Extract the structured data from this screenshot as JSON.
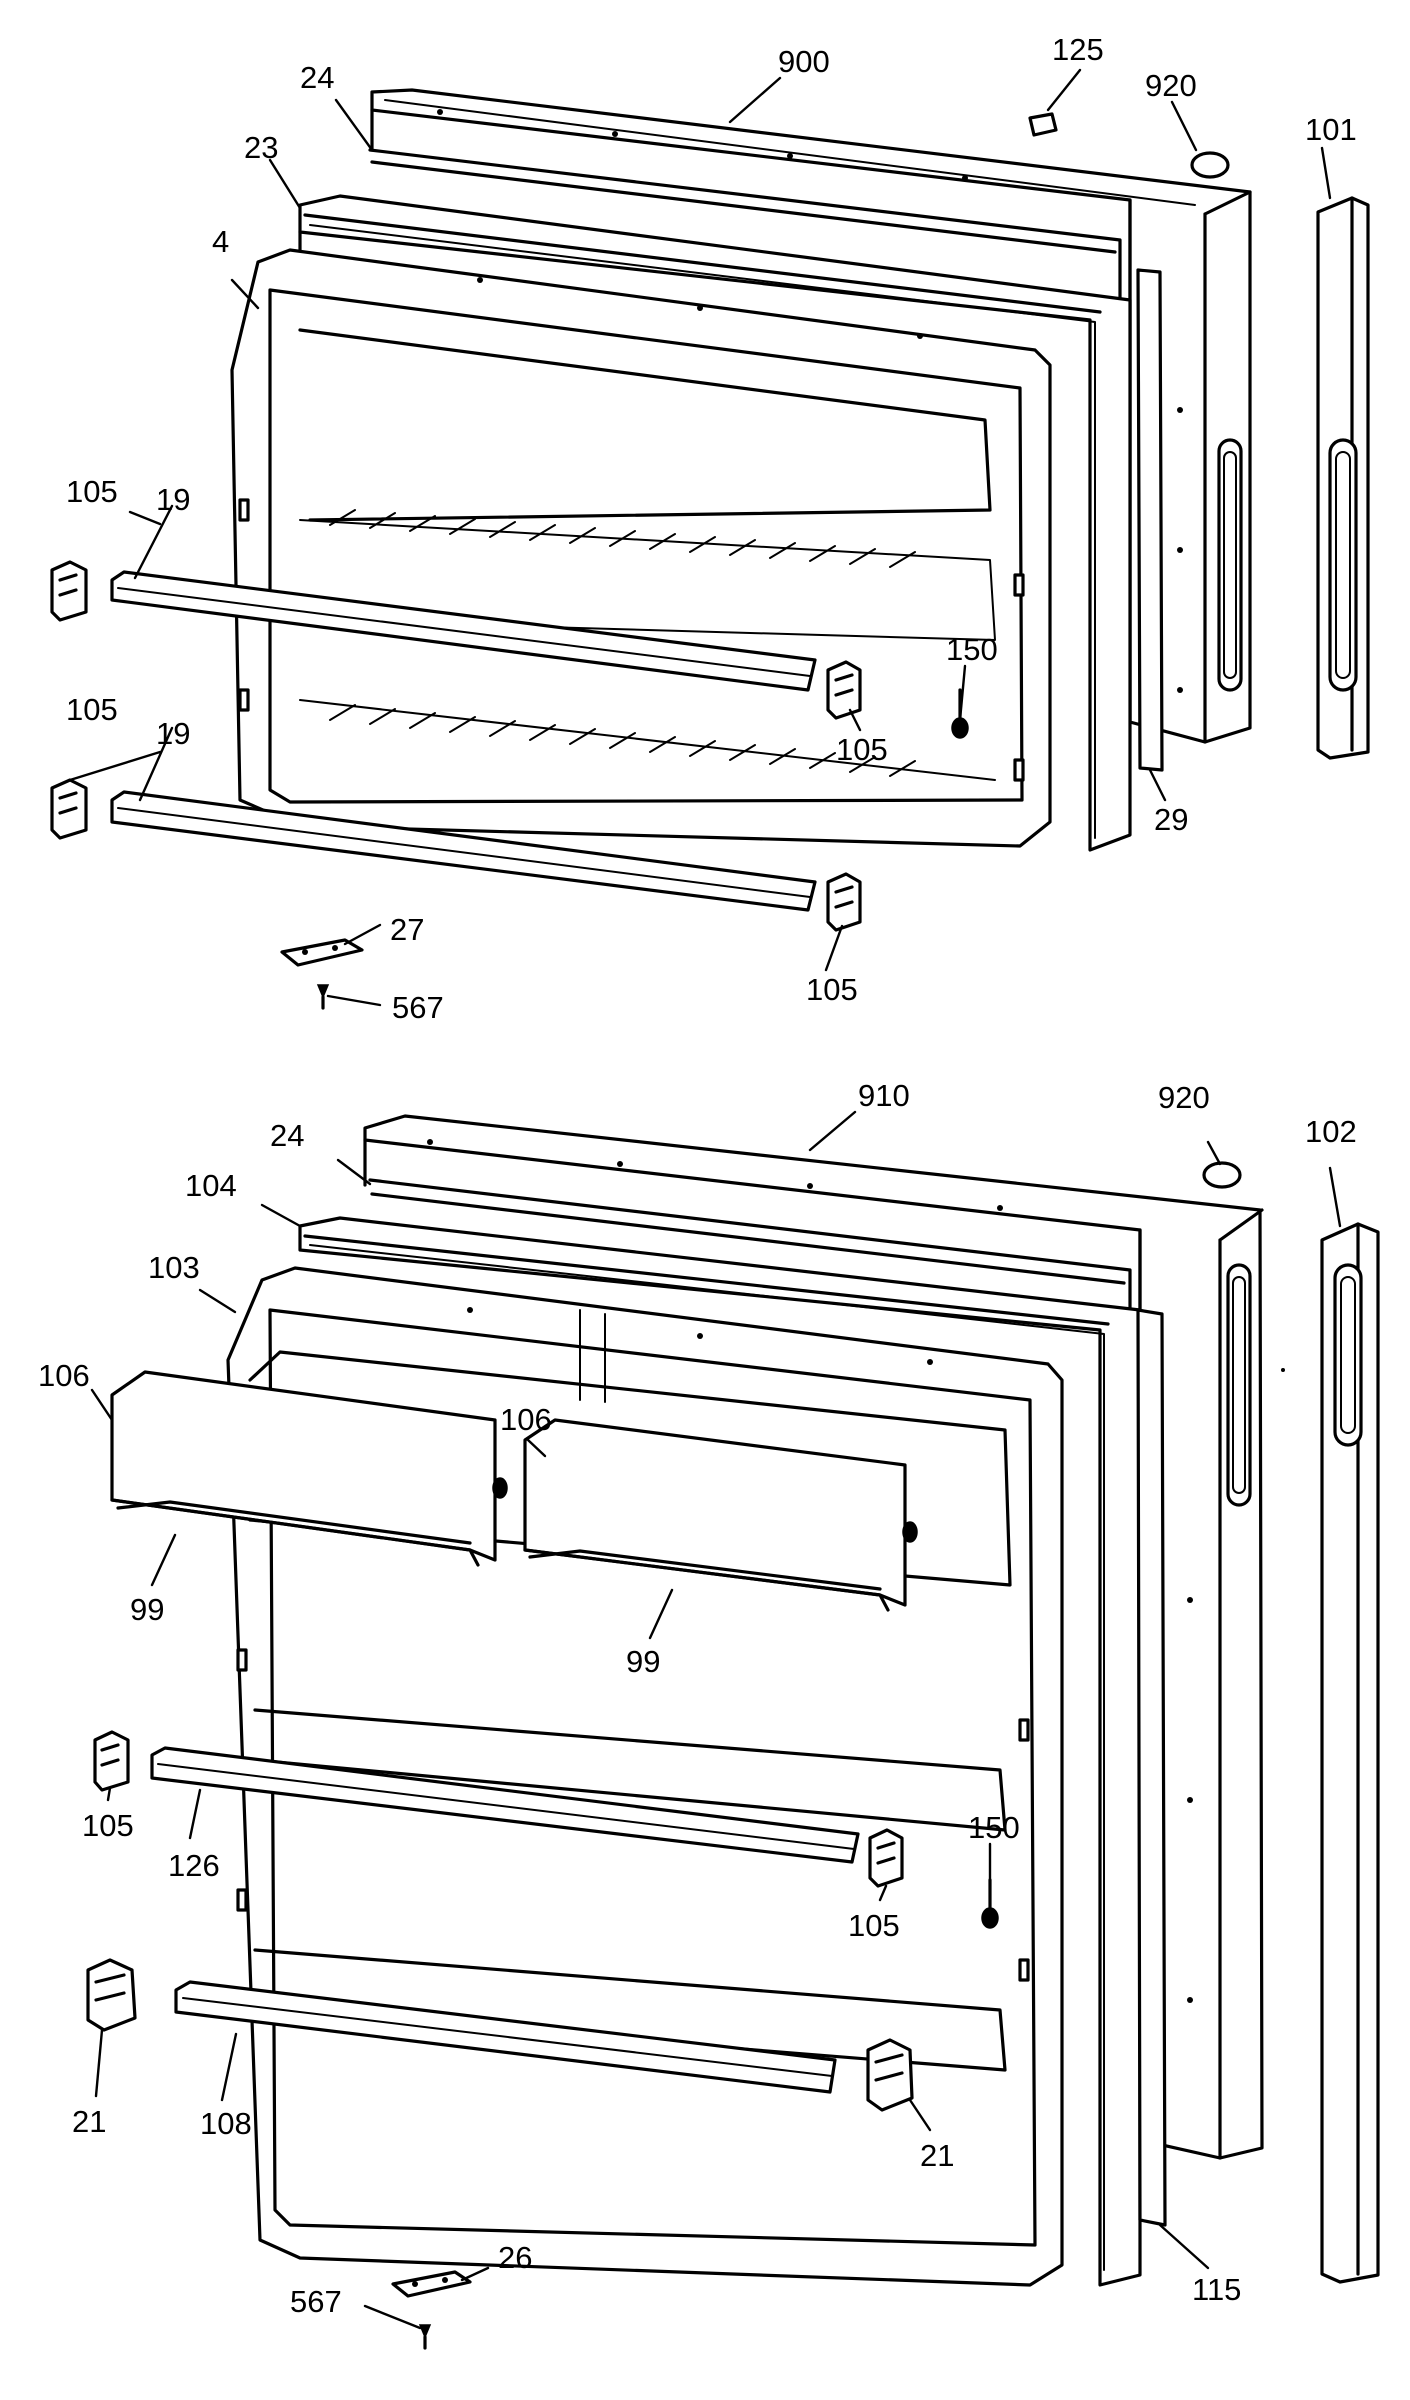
{
  "diagram": {
    "top_assembly": {
      "callouts": {
        "c900": "900",
        "c125": "125",
        "c920": "920",
        "c101": "101",
        "c24": "24",
        "c23": "23",
        "c4": "4",
        "c105a": "105",
        "c19a": "19",
        "c105b": "105",
        "c19b": "19",
        "c150": "150",
        "c105c": "105",
        "c29": "29",
        "c27": "27",
        "c567": "567",
        "c105d": "105"
      }
    },
    "bottom_assembly": {
      "callouts": {
        "c910": "910",
        "c920": "920",
        "c102": "102",
        "c24": "24",
        "c104": "104",
        "c103": "103",
        "c106a": "106",
        "c106b": "106",
        "c99a": "99",
        "c99b": "99",
        "c105a": "105",
        "c126": "126",
        "c150": "150",
        "c105b": "105",
        "c21a": "21",
        "c108": "108",
        "c21b": "21",
        "c26": "26",
        "c567": "567",
        "c115": "115"
      }
    }
  }
}
